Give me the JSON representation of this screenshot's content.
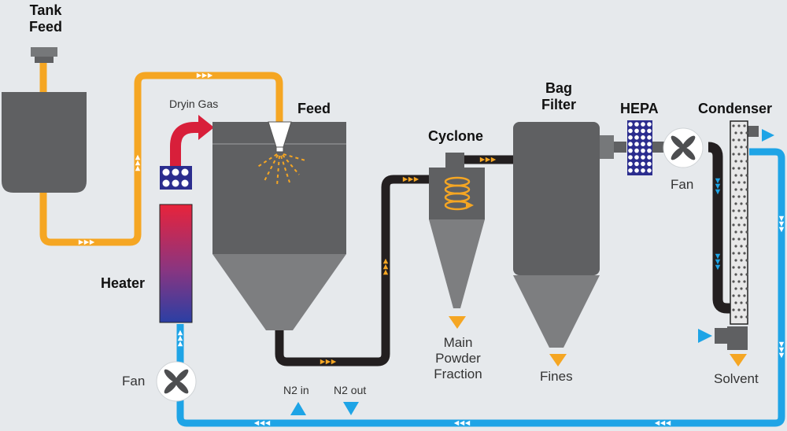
{
  "labels": {
    "tank_feed": [
      "Tank",
      "Feed"
    ],
    "drying_gas": "Dryin Gas",
    "feed": "Feed",
    "heater": "Heater",
    "fan_left": "Fan",
    "cyclone": "Cyclone",
    "main_powder": [
      "Main",
      "Powder",
      "Fraction"
    ],
    "bag_filter": [
      "Bag",
      "Filter"
    ],
    "fines": "Fines",
    "hepa": "HEPA",
    "fan_right": "Fan",
    "condenser": "Condenser",
    "solvent": "Solvent",
    "n2_in": "N2 in",
    "n2_out": "N2 out"
  },
  "colors": {
    "background": "#e6e9ec",
    "vessel": "#5f6062",
    "vessel_cone": "#7d7e80",
    "pipe_feed": "#f5a623",
    "pipe_product": "#231f20",
    "pipe_gas": "#1ea4e6",
    "hepa": "#2b2d8e",
    "arrow_orange": "#f5a623",
    "arrow_blue": "#1ea4e6",
    "heater_top": "#e8233b",
    "heater_bottom": "#2b3fa4"
  }
}
